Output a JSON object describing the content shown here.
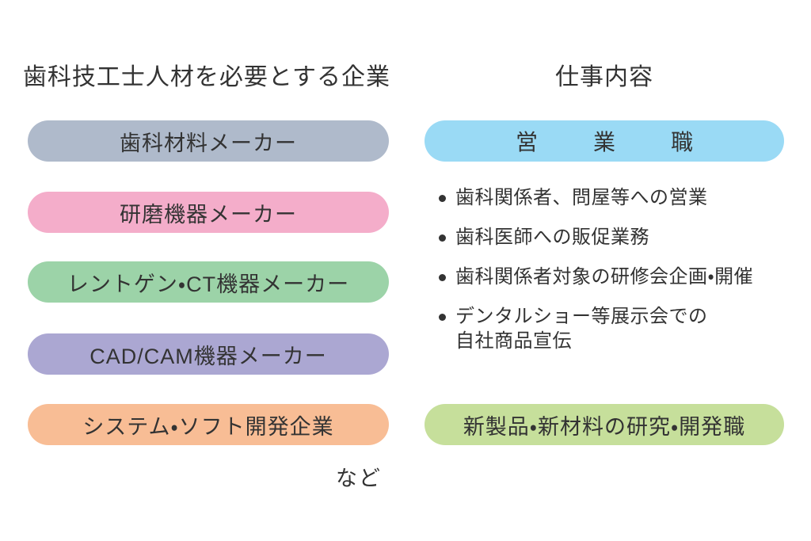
{
  "page": {
    "background": "#ffffff",
    "text_color": "#333333"
  },
  "left_column": {
    "title": "歯科技工士人材を必要とする企業",
    "companies": [
      {
        "label": "歯科材料メーカー",
        "color": "#afbacb"
      },
      {
        "label": "研磨機器メーカー",
        "color": "#f4adca"
      },
      {
        "label": "レントゲン・CT機器メーカー",
        "color": "#9cd3a8"
      },
      {
        "label": "CAD/CAM機器メーカー",
        "color": "#aba7d2"
      },
      {
        "label": "システム・ソフト開発企業",
        "color": "#f8bd95"
      }
    ],
    "etc_note": "など"
  },
  "right_column": {
    "title": "仕事内容",
    "sales_role": {
      "label": "営業職",
      "color": "#9adaf5"
    },
    "sales_duties": [
      "歯科関係者、問屋等への営業",
      "歯科医師への販促業務",
      "歯科関係者対象の研修会企画・開催",
      "デンタルショー等展示会での\n自社商品宣伝"
    ],
    "research_role": {
      "label": "新製品・新材料の研究・開発職",
      "color": "#c6df9b"
    }
  }
}
